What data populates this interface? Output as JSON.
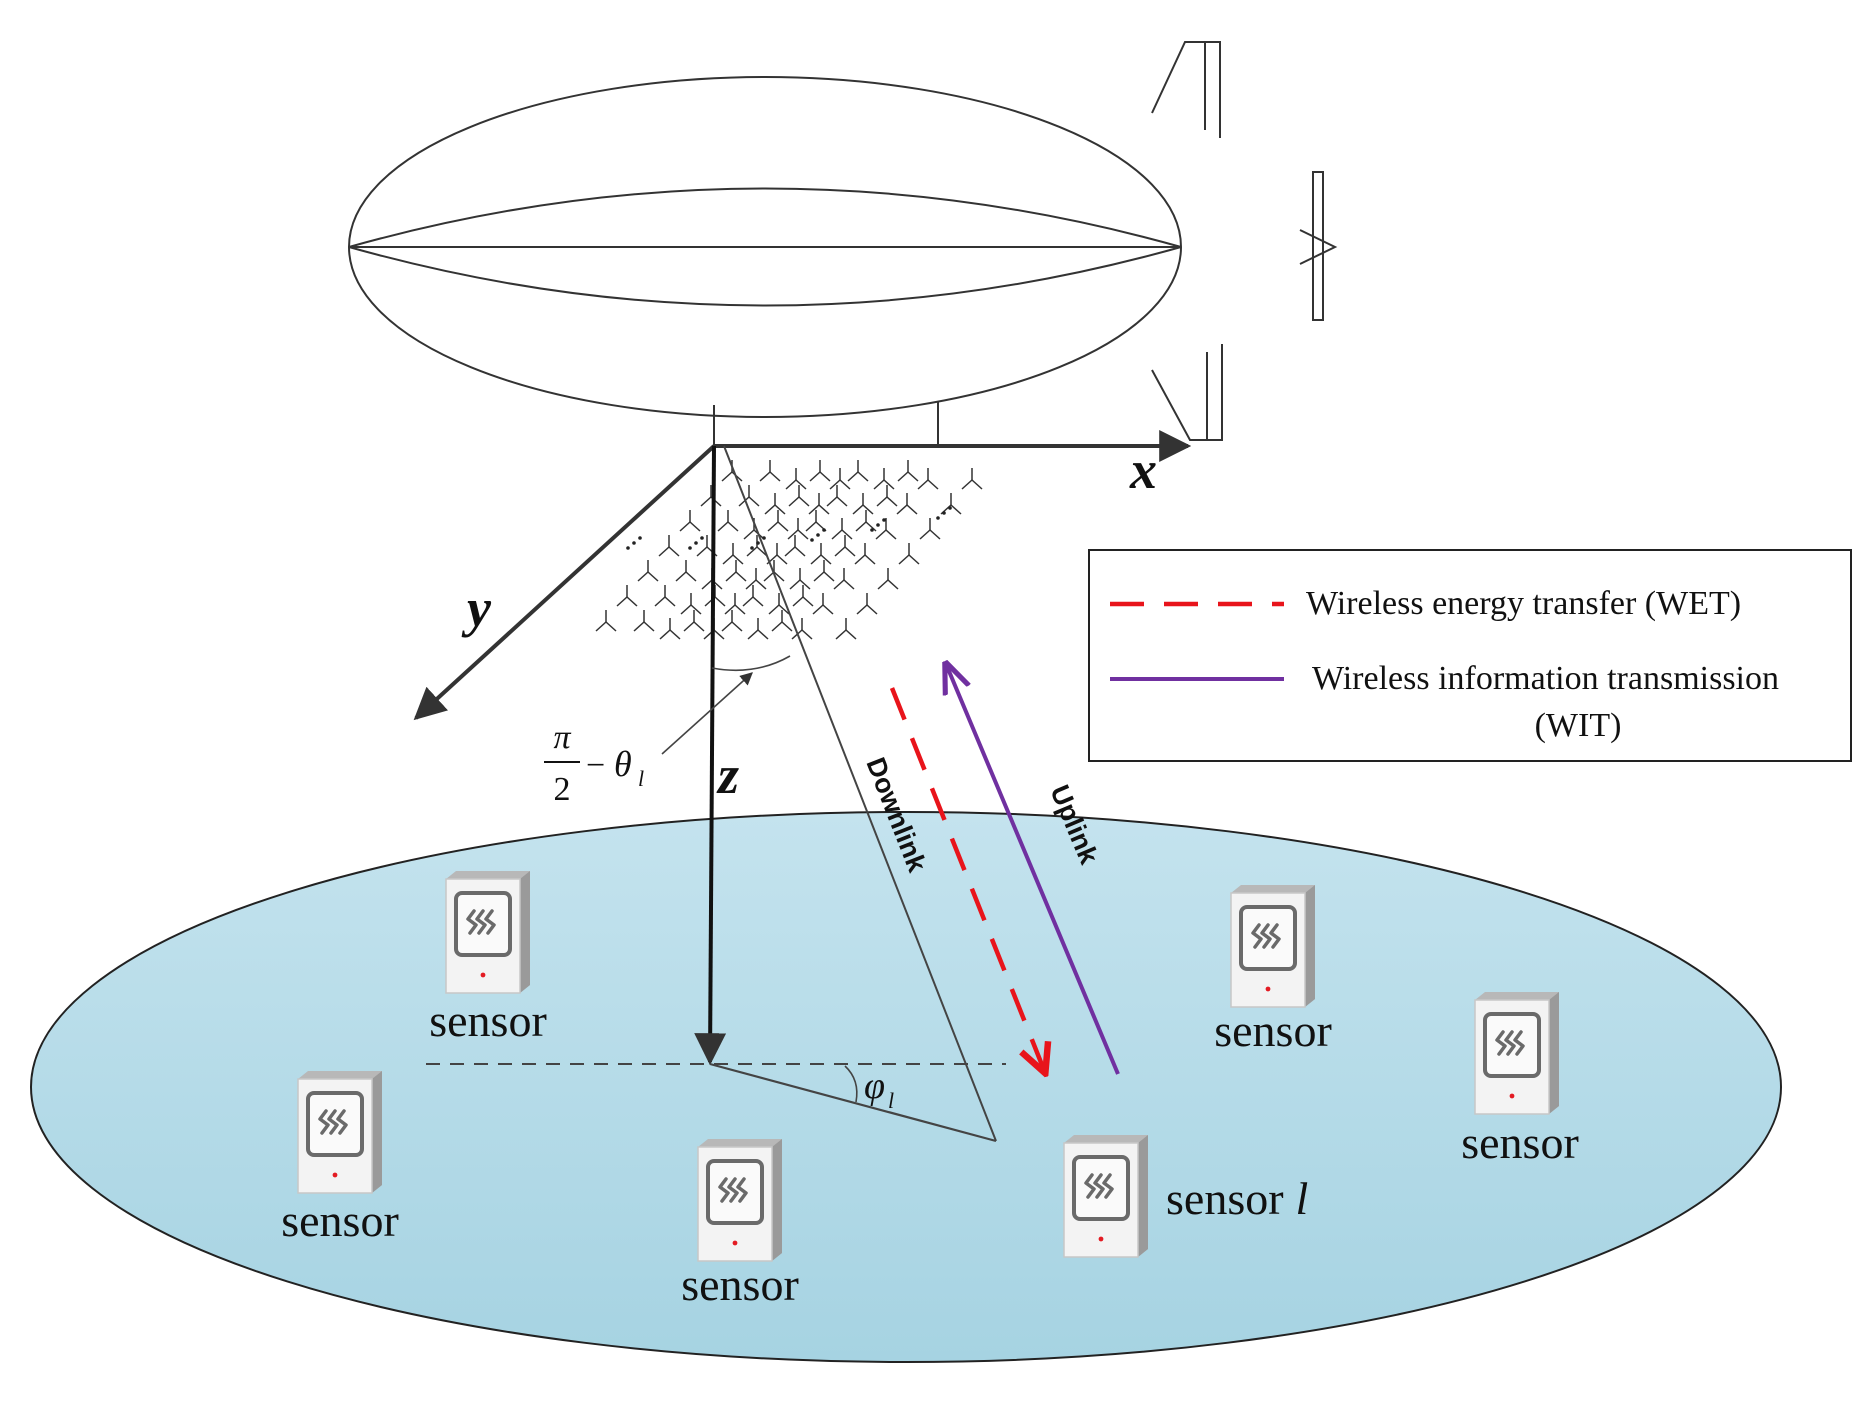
{
  "axes": {
    "x": "x",
    "y": "y",
    "z": "z"
  },
  "angles": {
    "elevation_num": "π",
    "elevation_den": "2",
    "elevation_minus": "−",
    "elevation_theta": "θ",
    "elevation_sub": "l",
    "azimuth_phi": "φ",
    "azimuth_sub": "l"
  },
  "links": {
    "downlink": "Downlink",
    "uplink": "Uplink"
  },
  "legend": {
    "wet": "Wireless energy transfer (WET)",
    "wit_line1": "Wireless information transmission",
    "wit_line2": "(WIT)"
  },
  "sensors": [
    {
      "label": "sensor"
    },
    {
      "label": "sensor"
    },
    {
      "label": "sensor"
    },
    {
      "label": "sensor"
    },
    {
      "label": "sensor"
    }
  ],
  "target_sensor": {
    "label": "sensor",
    "index": "l"
  },
  "colors": {
    "ground": "#add8e6",
    "wet": "#e8141b",
    "wit": "#7030a0",
    "line": "#333333"
  }
}
